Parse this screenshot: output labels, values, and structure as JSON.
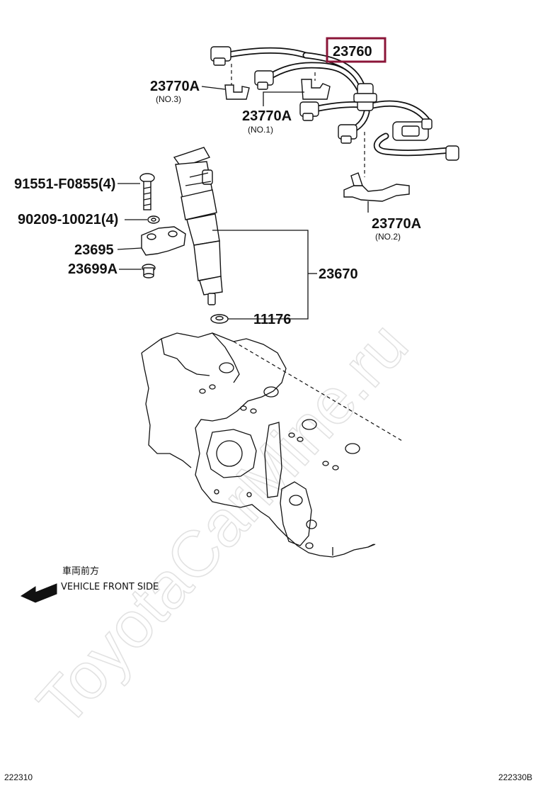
{
  "watermark": "ToyotaCarMine.ru",
  "highlight_color": "#8b1538",
  "labels": {
    "hose_assembly": "23760",
    "clamp_no3": "23770A",
    "clamp_no3_note": "(NO.3)",
    "clamp_no1": "23770A",
    "clamp_no1_note": "(NO.1)",
    "clamp_no2": "23770A",
    "clamp_no2_note": "(NO.2)",
    "bolt": "91551-F0855(4)",
    "washer": "90209-10021(4)",
    "clamp": "23695",
    "plug": "23699A",
    "injector": "23670",
    "gasket": "11176"
  },
  "direction": {
    "japanese": "車両前方",
    "english": "VEHICLE FRONT SIDE"
  },
  "footer": {
    "left_code": "222310",
    "right_code": "222330B"
  }
}
